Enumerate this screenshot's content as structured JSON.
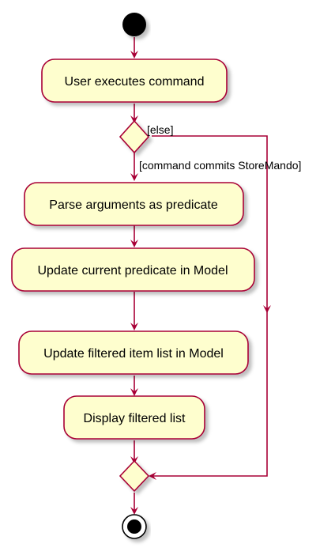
{
  "diagram": {
    "actions": [
      {
        "label": "User executes command"
      },
      {
        "label": "Parse arguments as predicate"
      },
      {
        "label": "Update current predicate in Model"
      },
      {
        "label": "Update filtered item list in Model"
      },
      {
        "label": "Display filtered list"
      }
    ],
    "guards": {
      "else": "[else]",
      "commits": "[command commits StoreMando]"
    },
    "colors": {
      "node_fill": "#FEFECE",
      "stroke": "#A80036",
      "shadow": "#BBBBBB",
      "start": "#000000"
    }
  }
}
